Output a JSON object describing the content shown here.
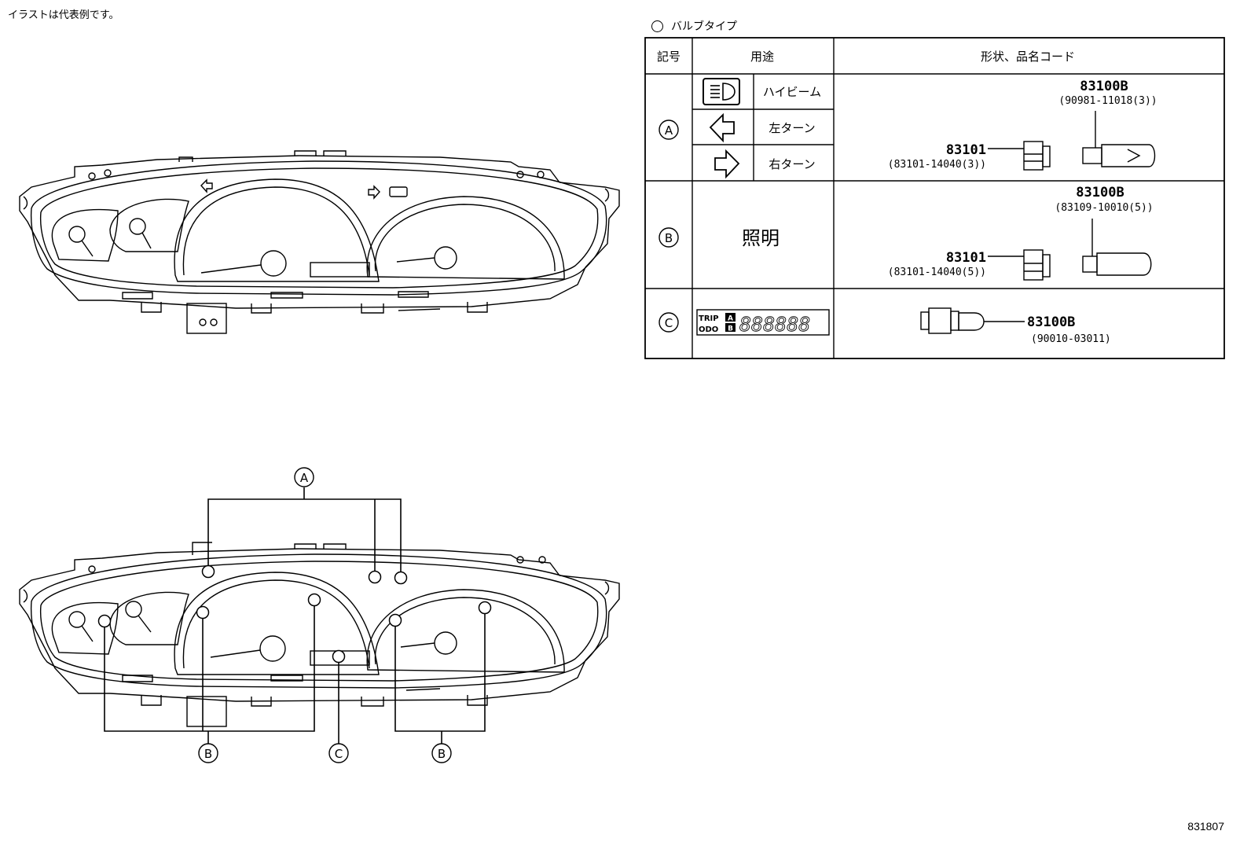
{
  "header_note": "イラストは代表例です。",
  "legend_label": "バルブタイプ",
  "table": {
    "headers": [
      "記号",
      "用途",
      "形状、品名コード"
    ],
    "rows": [
      {
        "symbol": "A",
        "uses": [
          "ハイビーム",
          "左ターン",
          "右ターン"
        ],
        "socket_code": "83101",
        "socket_part": "(83101-14040(3))",
        "bulb_code": "83100B",
        "bulb_part": "(90981-11018(3))"
      },
      {
        "symbol": "B",
        "use": "照明",
        "socket_code": "83101",
        "socket_part": "(83101-14040(5))",
        "bulb_code": "83100B",
        "bulb_part": "(83109-10010(5))"
      },
      {
        "symbol": "C",
        "display_trip": "TRIP",
        "display_odo": "ODO",
        "display_a": "A",
        "display_b": "B",
        "display_digits": "888888",
        "bulb_code": "83100B",
        "bulb_part": "(90010-03011)"
      }
    ]
  },
  "callouts": [
    "A",
    "B",
    "C",
    "B"
  ],
  "doc_number": "831807",
  "icons": [
    "high-beam-icon",
    "left-turn-arrow-icon",
    "right-turn-arrow-icon",
    "bulb-outline-icon"
  ]
}
